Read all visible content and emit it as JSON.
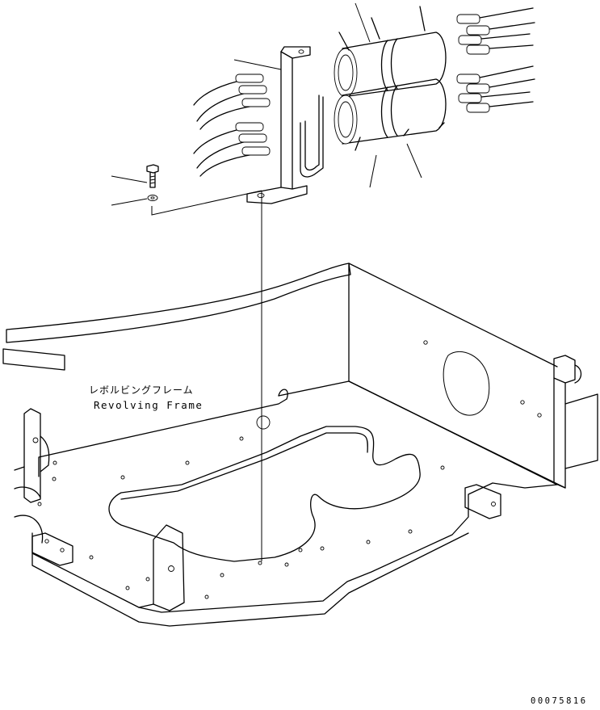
{
  "labels": {
    "part_name_jp": "レボルビングフレーム",
    "part_name_en": "Revolving Frame"
  },
  "drawing_number": "00075816"
}
